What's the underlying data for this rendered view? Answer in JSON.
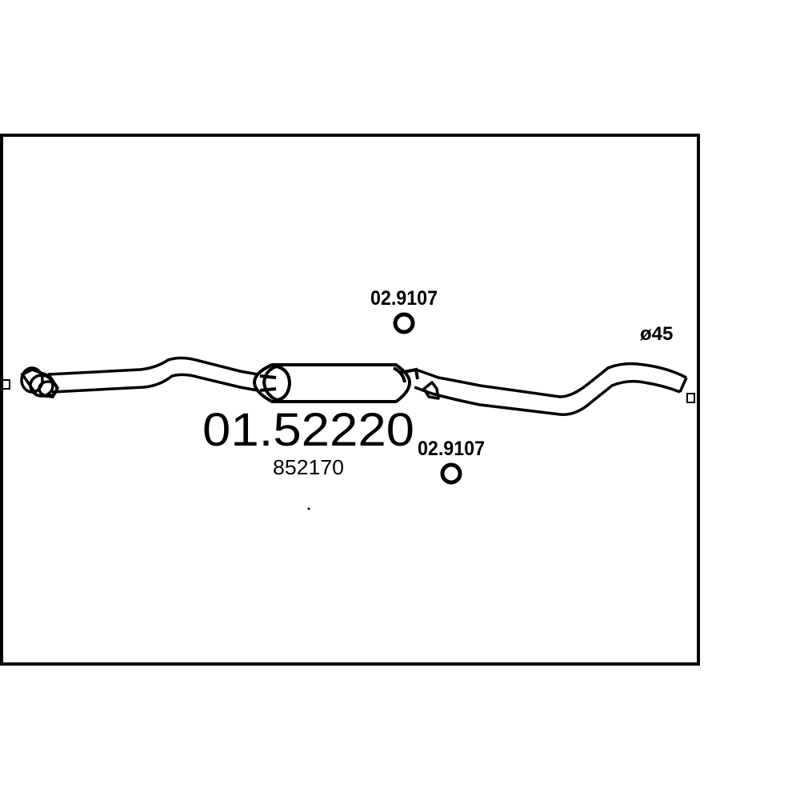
{
  "part_number": "01.52220",
  "reference_number": "852170",
  "hangers": [
    {
      "label": "02.9107"
    },
    {
      "label": "02.9107"
    }
  ],
  "pipe_diameter_label": "ø45",
  "colors": {
    "line": "#000000",
    "background": "#ffffff"
  }
}
